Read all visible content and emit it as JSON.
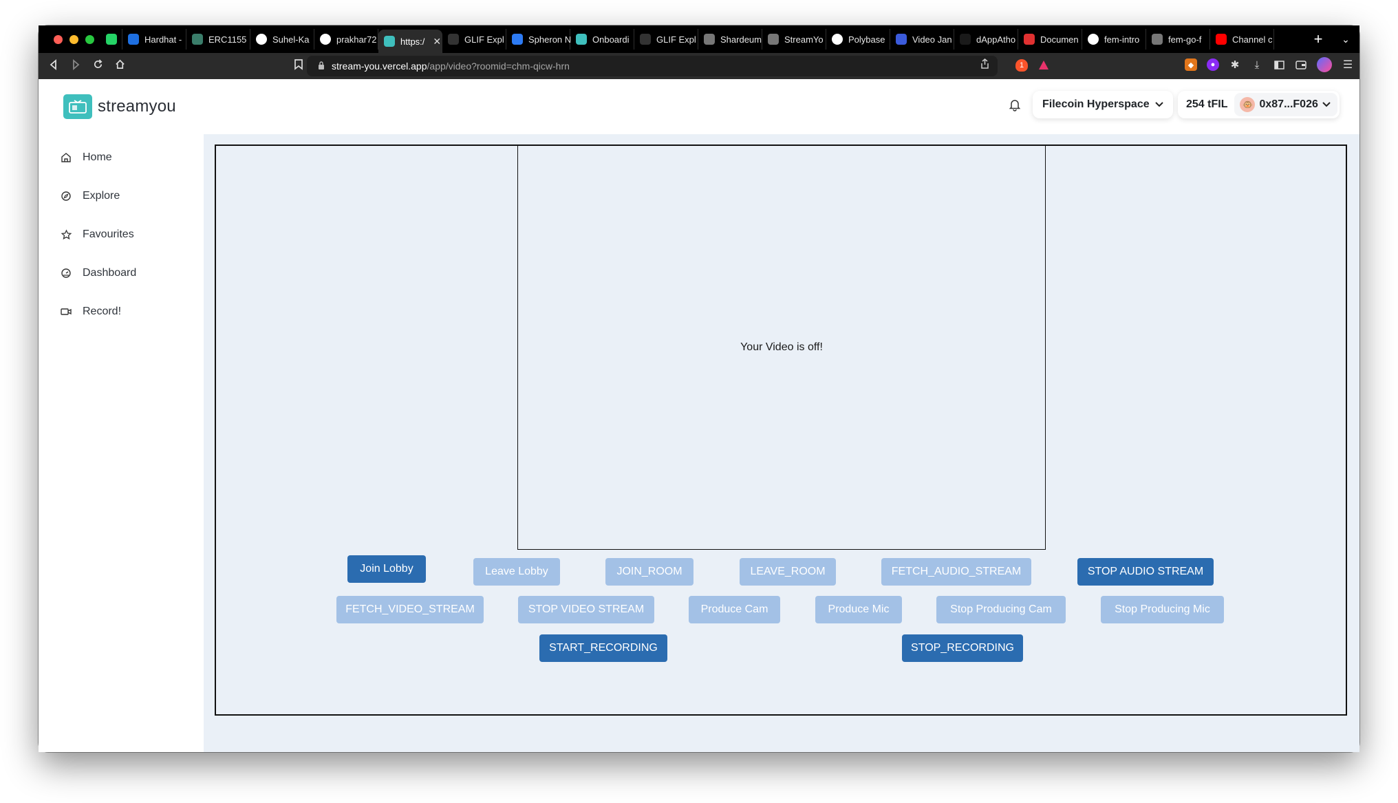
{
  "browser": {
    "tabs": [
      {
        "label": "",
        "favicon": "whatsapp-icon",
        "color": "#25d366",
        "active": false
      },
      {
        "label": "Hardhat -",
        "favicon": "hardhat-icon",
        "color": "#1e6fe0",
        "active": false
      },
      {
        "label": "ERC1155",
        "favicon": "openzeppelin-icon",
        "color": "#3a7d6a",
        "active": false
      },
      {
        "label": "Suhel-Ka",
        "favicon": "github-icon",
        "color": "#ffffff",
        "active": false
      },
      {
        "label": "prakhar72",
        "favicon": "github-icon",
        "color": "#ffffff",
        "active": false
      },
      {
        "label": "https:/",
        "favicon": "streamyou-icon",
        "color": "#3fbfbd",
        "active": true
      },
      {
        "label": "GLIF Expl",
        "favicon": "glif-icon",
        "color": "#333333",
        "active": false
      },
      {
        "label": "Spheron N",
        "favicon": "spheron-icon",
        "color": "#2d7bf4",
        "active": false
      },
      {
        "label": "Onboardi",
        "favicon": "onboarding-icon",
        "color": "#3fbfbd",
        "active": false
      },
      {
        "label": "GLIF Expl",
        "favicon": "glif-icon",
        "color": "#333333",
        "active": false
      },
      {
        "label": "Shardeum",
        "favicon": "globe-icon",
        "color": "#777777",
        "active": false
      },
      {
        "label": "StreamYo",
        "favicon": "streamyou-icon",
        "color": "#777777",
        "active": false
      },
      {
        "label": "Polybase",
        "favicon": "polybase-icon",
        "color": "#ffffff",
        "active": false
      },
      {
        "label": "Video Jan",
        "favicon": "video-icon",
        "color": "#3b5bdb",
        "active": false
      },
      {
        "label": "dAppAtho",
        "favicon": "dapp-icon",
        "color": "#1a1a1a",
        "active": false
      },
      {
        "label": "Documen",
        "favicon": "docs-icon",
        "color": "#e03131",
        "active": false
      },
      {
        "label": "fem-intro",
        "favicon": "github-icon",
        "color": "#ffffff",
        "active": false
      },
      {
        "label": "fem-go-f",
        "favicon": "globe-icon",
        "color": "#777777",
        "active": false
      },
      {
        "label": "Channel c",
        "favicon": "youtube-icon",
        "color": "#ff0000",
        "active": false
      }
    ],
    "new_tab": "+",
    "tab_menu": "⌄",
    "url_host": "stream-you.vercel.app",
    "url_path": "/app/video?roomid=chm-qicw-hrn"
  },
  "app": {
    "logo_text": "streamyou",
    "menu": [
      {
        "label": "Home",
        "icon": "home-icon"
      },
      {
        "label": "Explore",
        "icon": "compass-icon"
      },
      {
        "label": "Favourites",
        "icon": "star-icon"
      },
      {
        "label": "Dashboard",
        "icon": "gauge-icon"
      },
      {
        "label": "Record!",
        "icon": "camera-icon"
      }
    ],
    "header": {
      "network": "Filecoin Hyperspace",
      "balance": "254 tFIL",
      "address": "0x87...F026"
    },
    "video_placeholder": "Your Video is off!",
    "buttons": [
      {
        "label": "Join Lobby",
        "enabled": true
      },
      {
        "label": "Leave Lobby",
        "enabled": false
      },
      {
        "label": "JOIN_ROOM",
        "enabled": false
      },
      {
        "label": "LEAVE_ROOM",
        "enabled": false
      },
      {
        "label": "FETCH_AUDIO_STREAM",
        "enabled": false
      },
      {
        "label": "STOP AUDIO STREAM",
        "enabled": true
      },
      {
        "label": "FETCH_VIDEO_STREAM",
        "enabled": false
      },
      {
        "label": "STOP VIDEO STREAM",
        "enabled": false
      },
      {
        "label": "Produce Cam",
        "enabled": false
      },
      {
        "label": "Produce Mic",
        "enabled": false
      },
      {
        "label": "Stop Producing Cam",
        "enabled": false
      },
      {
        "label": "Stop Producing Mic",
        "enabled": false
      },
      {
        "label": "START_RECORDING",
        "enabled": true
      },
      {
        "label": "STOP_RECORDING",
        "enabled": true
      }
    ]
  },
  "colors": {
    "button_enabled": "#2b6cb0",
    "button_disabled": "#a3c1e6",
    "content_bg": "#eaf0f7",
    "logo": "#3fbfbd"
  }
}
